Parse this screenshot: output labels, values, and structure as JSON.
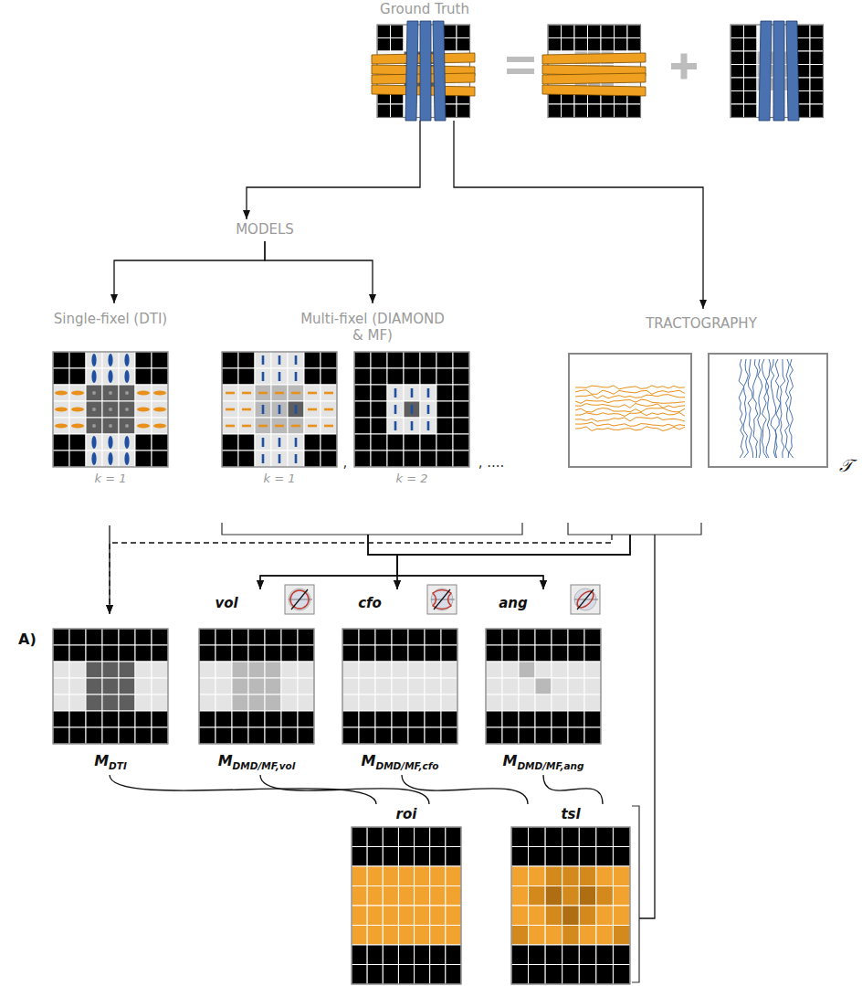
{
  "diagram": {
    "nodes": [
      {
        "text": [
          "Ground Truth"
        ]
      },
      {
        "text": [
          "MODELS"
        ]
      },
      {
        "text": [
          "Single-fixel (DTI)",
          "k = 1"
        ]
      },
      {
        "text": [
          "Multi-fixel (DIAMOND & MF)",
          "k = 1",
          "k = 2"
        ]
      },
      {
        "text": [
          "TRACTOGRAPHY"
        ]
      },
      {
        "text": [
          "M",
          "DTI"
        ]
      },
      {
        "text": [
          "vol",
          "M",
          "DMD/MF,vol"
        ]
      },
      {
        "text": [
          "cfo",
          "M",
          "DMD/MF,cfo"
        ]
      },
      {
        "text": [
          "ang",
          "M",
          "DMD/MF,ang"
        ]
      },
      {
        "text": [
          "roi"
        ]
      },
      {
        "text": [
          "tsl"
        ]
      }
    ],
    "edges": [
      {
        "from": 0,
        "to": 1,
        "arrow": "to"
      },
      {
        "from": 0,
        "to": 4,
        "arrow": "to"
      },
      {
        "from": 1,
        "to": 2,
        "arrow": "to"
      },
      {
        "from": 1,
        "to": 3,
        "arrow": "to"
      },
      {
        "from": 2,
        "to": 5,
        "arrow": "to"
      },
      {
        "from": 4,
        "to": 5,
        "arrow": "to"
      },
      {
        "from": 3,
        "to": 6,
        "arrow": "to"
      },
      {
        "from": 3,
        "to": 7,
        "arrow": "to"
      },
      {
        "from": 3,
        "to": 8,
        "arrow": "to"
      },
      {
        "from": 4,
        "to": 6,
        "arrow": "to"
      },
      {
        "from": 4,
        "to": 7,
        "arrow": "to"
      },
      {
        "from": 4,
        "to": 8,
        "arrow": "to"
      },
      {
        "from": 4,
        "to": 10,
        "arrow": "none"
      },
      {
        "from": 5,
        "to": 9,
        "arrow": "none"
      },
      {
        "from": 6,
        "to": 9,
        "arrow": "none"
      },
      {
        "from": 7,
        "to": 10,
        "arrow": "none"
      },
      {
        "from": 8,
        "to": 10,
        "arrow": "none"
      }
    ],
    "labels": [
      "A)",
      ",",
      ", ....",
      "𝒯"
    ]
  }
}
